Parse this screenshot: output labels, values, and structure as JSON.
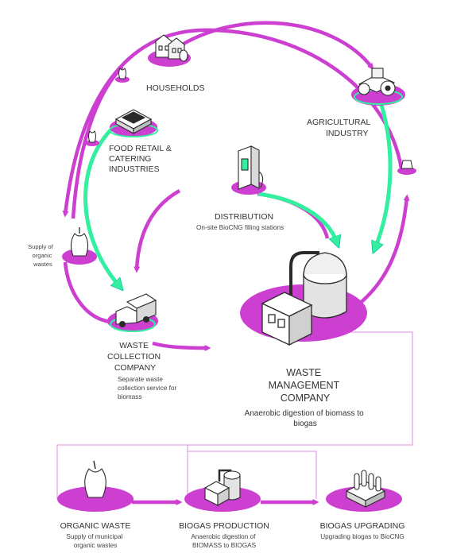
{
  "colors": {
    "magenta": "#cc3fd1",
    "magenta_light": "#e48ae6",
    "green": "#33f0a0",
    "teal_edge": "#22c9a6",
    "outline": "#2b2b2b",
    "box_line": "#e7a4e8"
  },
  "nodes": {
    "households": {
      "label": "HOUSEHOLDS",
      "icon": "houses-icon"
    },
    "food_retail": {
      "label_lines": [
        "FOOD RETAIL &",
        "CATERING",
        "INDUSTRIES"
      ],
      "icon": "food-store-icon"
    },
    "agricultural": {
      "label_lines": [
        "AGRICULTURAL",
        "INDUSTRY"
      ],
      "icon": "tractor-icon"
    },
    "distribution": {
      "label": "DISTRIBUTION",
      "sublabel": "On-site BioCNG filling stations",
      "icon": "cng-pump-icon"
    },
    "supply": {
      "label_lines": [
        "Supply of",
        "organic",
        "wastes"
      ],
      "icon": "apple-core-icon"
    },
    "waste_collection": {
      "label_lines": [
        "WASTE",
        "COLLECTION",
        "COMPANY"
      ],
      "sub_lines": [
        "Separate waste",
        "collection service for",
        "biomass"
      ],
      "icon": "delivery-truck-icon"
    },
    "waste_management": {
      "label_lines": [
        "WASTE",
        "MANAGEMENT",
        "COMPANY"
      ],
      "sub_lines": [
        "Anaerobic digestion of biomass to",
        "biogas"
      ],
      "icon": "biogas-plant-icon"
    }
  },
  "process": [
    {
      "title": "ORGANIC WASTE",
      "sub_lines": [
        "Supply of municipal",
        "organic wastes"
      ],
      "icon": "apple-core-icon"
    },
    {
      "title": "BIOGAS PRODUCTION",
      "sub_lines": [
        "Anaerobic digestion of",
        "BIOMASS to BIOGAS"
      ],
      "icon": "digester-icon"
    },
    {
      "title": "BIOGAS UPGRADING",
      "sub_lines": [
        "Upgrading biogas to BioCNG"
      ],
      "icon": "upgrading-unit-icon"
    }
  ]
}
